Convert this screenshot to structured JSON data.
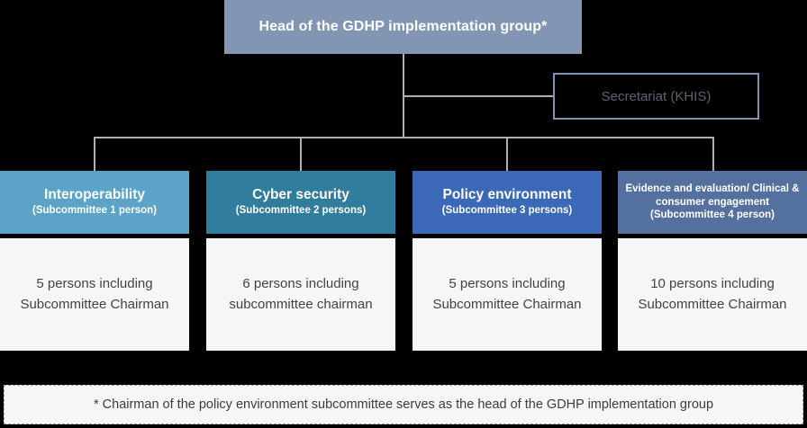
{
  "head": {
    "label": "Head of the GDHP implementation group*"
  },
  "secretariat": {
    "label": "Secretariat (KHIS)"
  },
  "columns": [
    {
      "title": "Interoperability",
      "subtitle": "(Subcommittee 1 person)",
      "body": "5 persons including Subcommittee Chairman",
      "header_color": "#5ba3c7",
      "layout": "normal"
    },
    {
      "title": "Cyber security",
      "subtitle": "(Subcommittee 2 persons)",
      "body": "6 persons including subcommittee chairman",
      "header_color": "#317d9e",
      "layout": "normal"
    },
    {
      "title": "Policy environment",
      "subtitle": "(Subcommittee 3 persons)",
      "body": "5 persons including Subcommittee Chairman",
      "header_color": "#3c68b8",
      "layout": "normal"
    },
    {
      "title": "Evidence and evaluation/ Clinical & consumer engagement",
      "subtitle": "(Subcommittee 4 person)",
      "body": "10 persons including Subcommittee Chairman",
      "header_color": "#54709e",
      "layout": "compact"
    }
  ],
  "footnote": {
    "text": "* Chairman of the policy environment subcommittee serves as the head of the GDHP implementation group"
  },
  "colors": {
    "background": "#000000",
    "head_box": "#8296b4",
    "secretariat_border": "#7d92b4",
    "secretariat_text": "#5d636e",
    "connector_line": "#b0b0b0",
    "body_box": "#f5f6f8",
    "body_text": "#434343",
    "footnote_border": "#9aa0a6"
  }
}
